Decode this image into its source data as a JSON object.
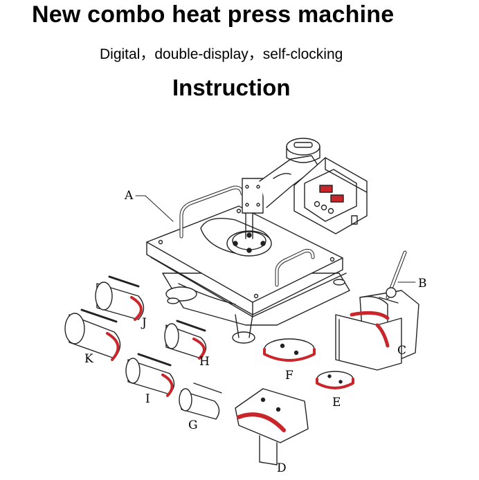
{
  "document": {
    "title": "New combo heat press machine",
    "subtitle": "Digital，double-display，self-clocking",
    "heading": "Instruction"
  },
  "diagram": {
    "labels": {
      "A": "A",
      "B": "B",
      "C": "C",
      "D": "D",
      "E": "E",
      "F": "F",
      "G": "G",
      "H": "H",
      "I": "I",
      "J": "J",
      "K": "K"
    },
    "accent_color": "#c8262b",
    "line_color": "#222222"
  }
}
